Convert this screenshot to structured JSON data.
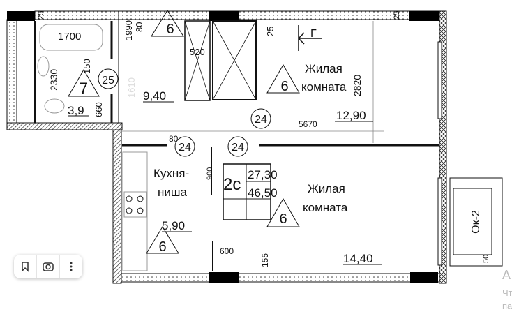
{
  "plan": {
    "rooms": {
      "bathroom": {
        "area": "3,9",
        "tag": "7",
        "circle": "25"
      },
      "hall": {
        "area": "9,40",
        "tag": "6",
        "circle": "24"
      },
      "living_top": {
        "name_line1": "Жилая",
        "name_line2": "комната",
        "area": "12,90",
        "tag": "6"
      },
      "kitchen": {
        "name_line1": "Кухня-",
        "name_line2": "ниша",
        "area": "5,90",
        "tag": "6"
      },
      "living_bottom": {
        "name_line1": "Жилая",
        "name_line2": "комната",
        "area": "14,40",
        "tag": "6"
      }
    },
    "apartment": {
      "type": "2с",
      "living_area": "27,30",
      "total_area": "46,50"
    },
    "circles": [
      "24",
      "24"
    ],
    "section_mark": "Г",
    "window_label": "Ок-2",
    "window_dim": "50",
    "dimensions": {
      "d1700": "1700",
      "d2330": "2330",
      "d150": "150",
      "d660": "660",
      "d1990": "1990",
      "d80a": "80",
      "d80b": "80",
      "d520": "520",
      "d25a": "25",
      "d25b": "25",
      "d25c": "25",
      "d1610": "1610",
      "d2820": "2820",
      "d5670": "5670",
      "d900": "900",
      "d600": "600",
      "d155": "155"
    }
  },
  "toolbar": {
    "bookmark": "bookmark-icon",
    "lens": "lens-icon",
    "more": "more-icon"
  },
  "side_text": [
    "А",
    "Чт",
    "па"
  ]
}
